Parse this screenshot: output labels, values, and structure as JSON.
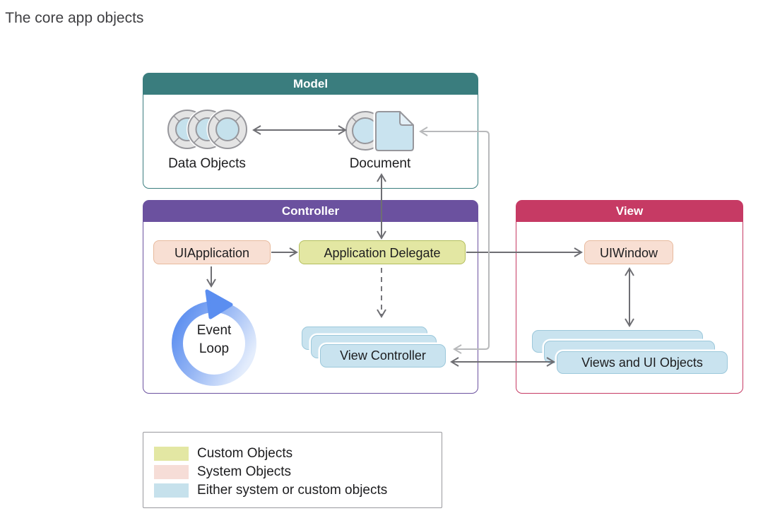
{
  "caption": ". The core app objects",
  "diagram": {
    "model": {
      "title": "Model",
      "data_objects_label": "Data Objects",
      "document_label": "Document"
    },
    "controller": {
      "title": "Controller",
      "uiapplication_label": "UIApplication",
      "application_delegate_label": "Application Delegate",
      "event_loop_lines": [
        "Event",
        "Loop"
      ],
      "view_controller_label": "View Controller"
    },
    "view": {
      "title": "View",
      "uiwindow_label": "UIWindow",
      "views_label": "Views and UI Objects"
    }
  },
  "legend": {
    "items": [
      {
        "label": "Custom Objects",
        "color": "#E3E7A3"
      },
      {
        "label": "System Objects",
        "color": "#F6DDD7"
      },
      {
        "label": "Either system or custom objects",
        "color": "#C6E1EC"
      }
    ]
  },
  "icons": {
    "data_objects": "data-objects-icon",
    "document": "document-icon",
    "event_loop": "event-loop-icon"
  },
  "colors": {
    "model_header": "#3A7D7E",
    "controller_header": "#6B519F",
    "view_header": "#C63A64",
    "system_object_fill": "#F8DFD3",
    "system_object_border": "#E8BA9D",
    "custom_object_fill": "#E3E7A3",
    "custom_object_border": "#B3BE5D",
    "blue_card_fill": "#C9E3EF",
    "blue_card_border": "#9CC8DB",
    "arrow_dark": "#6e6e73",
    "arrow_light": "#b8b9bb",
    "event_loop_blue": "#5B8EF0"
  }
}
